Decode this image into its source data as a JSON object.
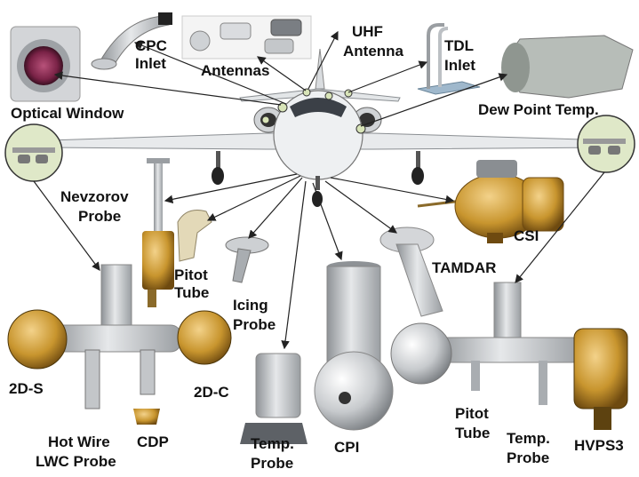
{
  "labels": {
    "optical_window": "Optical Window",
    "cpc_inlet_1": "CPC",
    "cpc_inlet_2": "Inlet",
    "antennas": "Antennas",
    "uhf_antenna_1": "UHF",
    "uhf_antenna_2": "Antenna",
    "tdl_inlet_1": "TDL",
    "tdl_inlet_2": "Inlet",
    "dew_point": "Dew Point Temp.",
    "nevzorov_1": "Nevzorov",
    "nevzorov_2": "Probe",
    "pitot_left_1": "Pitot",
    "pitot_left_2": "Tube",
    "icing_1": "Icing",
    "icing_2": "Probe",
    "csi": "CSI",
    "tamdar": "TAMDAR",
    "cpi": "CPI",
    "temp_center_1": "Temp.",
    "temp_center_2": "Probe",
    "two_ds": "2D-S",
    "two_dc": "2D-C",
    "hotwire_1": "Hot Wire",
    "hotwire_2": "LWC Probe",
    "cdp": "CDP",
    "pitot_right_1": "Pitot",
    "pitot_right_2": "Tube",
    "temp_right_1": "Temp.",
    "temp_right_2": "Probe",
    "hvps3": "HVPS3"
  },
  "colors": {
    "aircraft_body": "#eef0f2",
    "metal": "#b9bcc0",
    "gold": "#c8952e",
    "callout_fill": "#dfe8c8",
    "arrow": "#222222"
  }
}
